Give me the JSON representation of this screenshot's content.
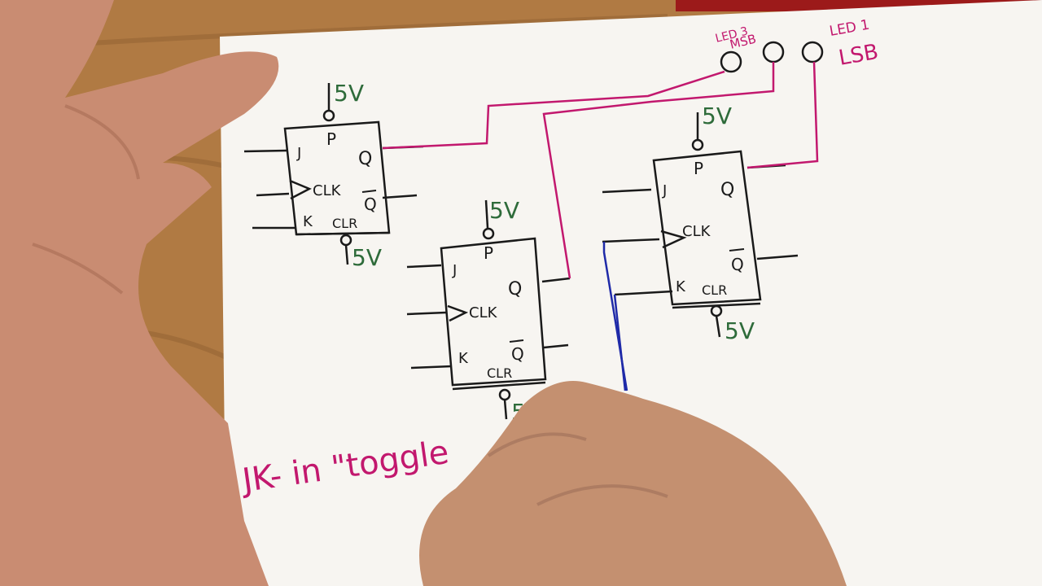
{
  "colors": {
    "wood": "#b07a43",
    "paper": "#f7f5f1",
    "ink_black": "#1a1a1a",
    "ink_green": "#2e6b3a",
    "ink_pink": "#c2186e",
    "ink_blue": "#1f2aa8",
    "skin": "#c98c72"
  },
  "supply": "5V",
  "flip_flops": [
    {
      "pins": {
        "j": "J",
        "k": "K",
        "clk": "CLK",
        "p": "P",
        "q": "Q",
        "qbar": "Q",
        "clr": "CLR"
      }
    },
    {
      "pins": {
        "j": "J",
        "k": "K",
        "clk": "CLK",
        "p": "P",
        "q": "Q",
        "qbar": "Q",
        "clr": "CLR"
      }
    },
    {
      "pins": {
        "j": "J",
        "k": "K",
        "clk": "CLK",
        "p": "P",
        "q": "Q",
        "qbar": "Q",
        "clr": "CLR"
      }
    }
  ],
  "leds": [
    {
      "label": "LED 3",
      "role": "MSB"
    },
    {
      "label": "LED 1",
      "role": "LSB"
    }
  ],
  "caption": "JK- in \"toggle"
}
